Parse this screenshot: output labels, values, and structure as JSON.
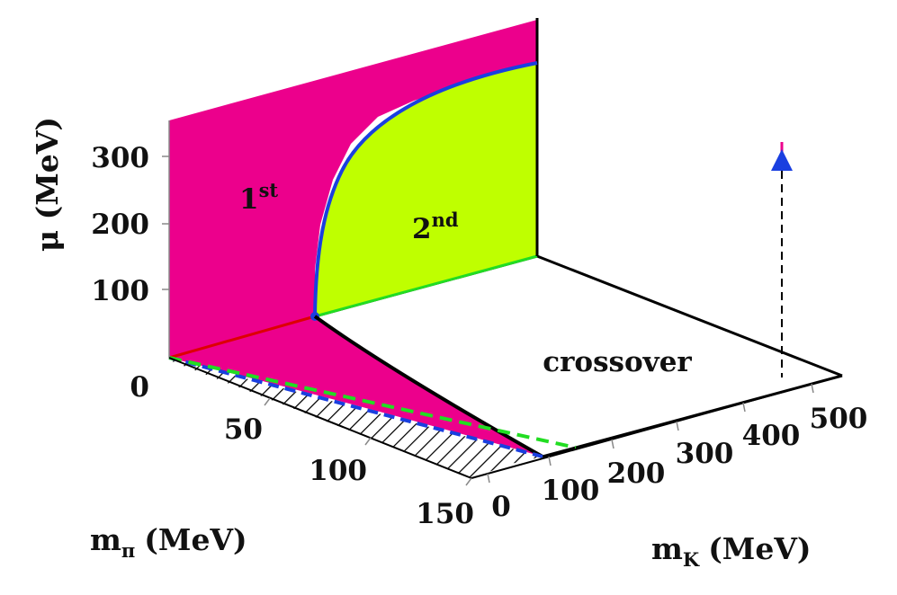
{
  "axes": {
    "mu": {
      "label": "μ (MeV)",
      "ticks": [
        "0",
        "100",
        "200",
        "300"
      ]
    },
    "mpi": {
      "label_main": "m",
      "label_sub": "π",
      "label_unit": "(MeV)",
      "ticks": [
        "50",
        "100",
        "150"
      ]
    },
    "mk": {
      "label_main": "m",
      "label_sub": "K",
      "label_unit": "(MeV)",
      "ticks": [
        "0",
        "100",
        "200",
        "300",
        "400",
        "500"
      ]
    }
  },
  "regions": {
    "first": {
      "base": "1",
      "sup": "st"
    },
    "second": {
      "base": "2",
      "sup": "nd"
    },
    "crossover": "crossover"
  },
  "colors": {
    "first_order": "#ec008c",
    "second_order": "#bfff00",
    "critical_line": "#1a3fe0",
    "marker": "#1a3fe0",
    "green_dashed": "#22dd22",
    "red_line": "#dd0000"
  }
}
